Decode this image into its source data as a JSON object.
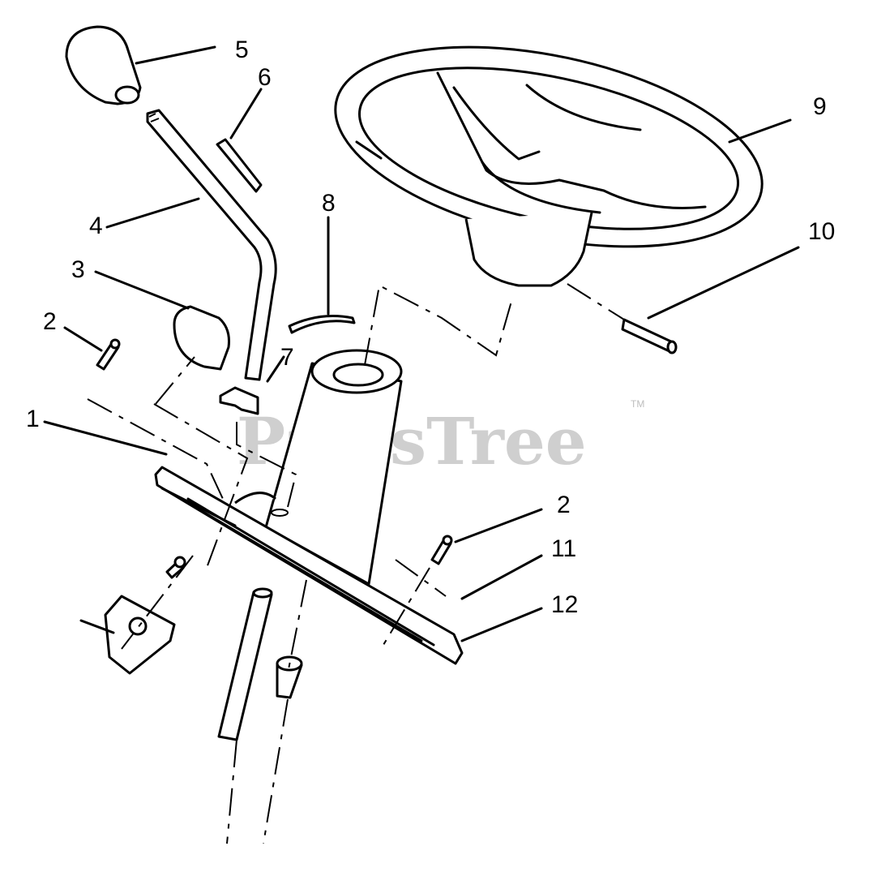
{
  "watermark": {
    "text": "PartsTree",
    "trademark": "TM"
  },
  "callouts": {
    "c1": "1",
    "c2a": "2",
    "c2b": "2",
    "c3": "3",
    "c4": "4",
    "c5": "5",
    "c6": "6",
    "c7": "7",
    "c8": "8",
    "c9": "9",
    "c10": "10",
    "c11": "11",
    "c12": "12"
  }
}
